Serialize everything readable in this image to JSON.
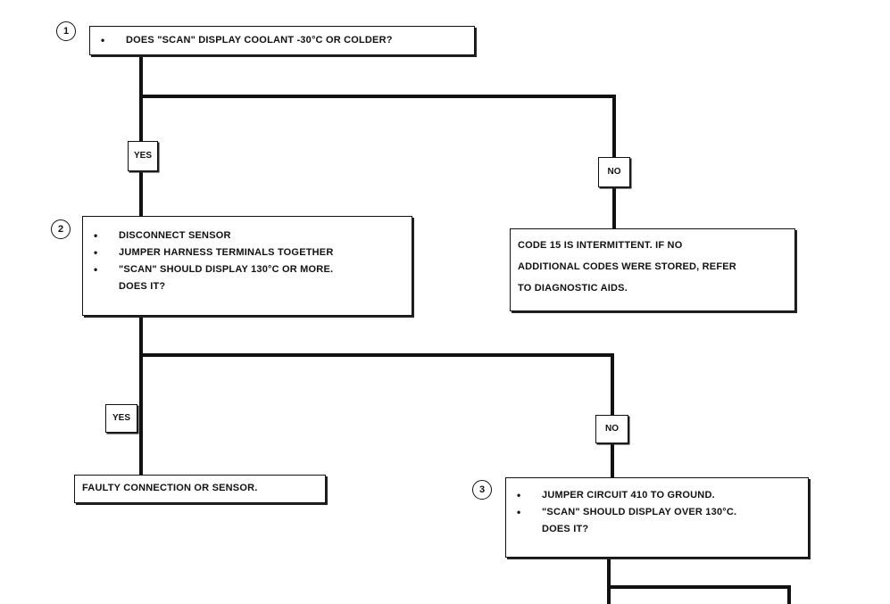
{
  "steps": {
    "s1": {
      "num": "1",
      "lines": [
        "DOES \"SCAN\" DISPLAY COOLANT -30°C OR COLDER?"
      ]
    },
    "s2": {
      "num": "2",
      "lines": [
        "DISCONNECT SENSOR",
        "JUMPER HARNESS TERMINALS TOGETHER",
        "\"SCAN\" SHOULD DISPLAY 130°C OR MORE."
      ],
      "tail": "DOES IT?"
    },
    "s3": {
      "num": "3",
      "lines": [
        "JUMPER CIRCUIT 410 TO GROUND.",
        "\"SCAN\" SHOULD DISPLAY OVER 130°C."
      ],
      "tail": "DOES IT?"
    }
  },
  "branches": {
    "yes1": "YES",
    "no1": "NO",
    "yes2": "YES",
    "no2": "NO"
  },
  "outcomes": {
    "code15": [
      "CODE 15 IS INTERMITTENT.  IF NO",
      "ADDITIONAL CODES WERE STORED, REFER",
      "TO DIAGNOSTIC AIDS."
    ],
    "faulty": "FAULTY CONNECTION OR SENSOR."
  }
}
